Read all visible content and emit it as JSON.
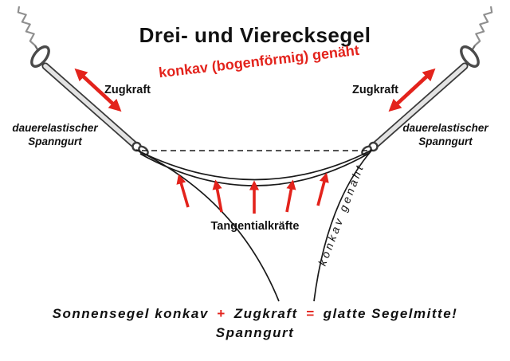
{
  "colors": {
    "accent_red": "#e3231c",
    "ink": "#111111",
    "strap_grey": "#e3e3e3"
  },
  "title": "Drei- und Vierecksegel",
  "subtitle": "konkav (bogenförmig) genäht",
  "force_labels": {
    "zugkraft_left": "Zugkraft",
    "zugkraft_right": "Zugkraft",
    "tangential": "Tangentialkräfte"
  },
  "strap_labels": {
    "left_line1": "dauerelastischer",
    "left_line2": "Spanngurt",
    "right_line1": "dauerelastischer",
    "right_line2": "Spanngurt"
  },
  "seam_label": "konkav genäht",
  "caption": {
    "segment1": "Sonnensegel konkav",
    "plus": "+",
    "segment2": "Zugkraft",
    "equals": "=",
    "segment3": "glatte Segelmitte!",
    "line2": "Spanngurt"
  }
}
